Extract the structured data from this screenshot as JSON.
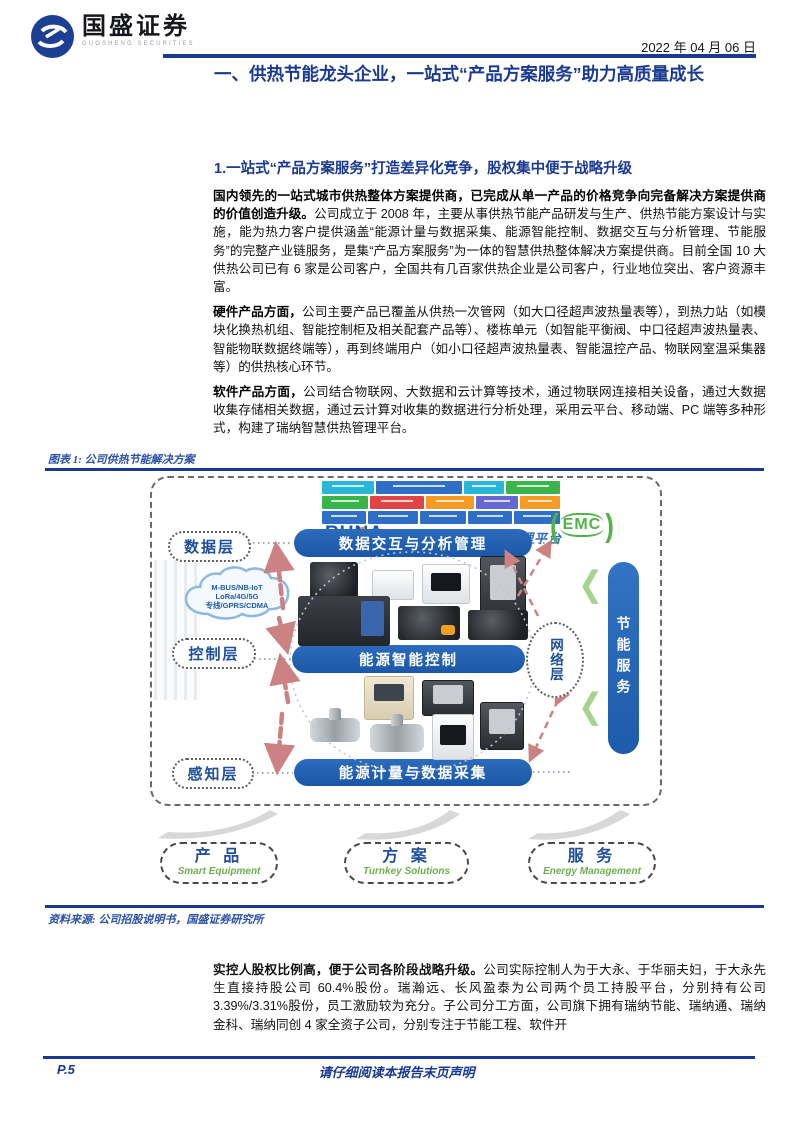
{
  "header": {
    "brand_cn": "国盛证券",
    "brand_en": "GUOSHENG SECURITIES",
    "date": "2022 年 04 月 06 日"
  },
  "title": "一、供热节能龙头企业，一站式“产品方案服务”助力高质量成长",
  "section_heading": "1.一站式“产品方案服务”打造差异化竞争，股权集中便于战略升级",
  "paragraphs": [
    {
      "lead": "国内领先的一站式城市供热整体方案提供商，已完成从单一产品的价格竞争向完备解决方案提供商的价值创造升级。",
      "body": "公司成立于 2008 年，主要从事供热节能产品研发与生产、供热节能方案设计与实施，能为热力客户提供涵盖“能源计量与数据采集、能源智能控制、数据交互与分析管理、节能服务”的完整产业链服务，是集“产品方案服务”为一体的智慧供热整体解决方案提供商。目前全国 10 大供热公司已有 6 家是公司客户，全国共有几百家供热企业是公司客户，行业地位突出、客户资源丰富。"
    },
    {
      "lead": "硬件产品方面，",
      "body": "公司主要产品已覆盖从供热一次管网（如大口径超声波热量表等），到热力站（如模块化换热机组、智能控制柜及相关配套产品等）、楼栋单元（如智能平衡阀、中口径超声波热量表、智能物联数据终端等），再到终端用户（如小口径超声波热量表、智能温控产品、物联网室温采集器等）的供热核心环节。"
    },
    {
      "lead": "软件产品方面，",
      "body": "公司结合物联网、大数据和云计算等技术，通过物联网连接相关设备，通过大数据收集存储相关数据，通过云计算对收集的数据进行分析处理，采用云平台、移动端、PC 端等多种形式，构建了瑞纳智慧供热管理平台。"
    }
  ],
  "figure": {
    "caption": "图表 1: 公司供热节能解决方案",
    "source": "资料来源: 公司招股说明书，国盛证券研究所",
    "diagram": {
      "runa_logo": "RUNA",
      "platform_name": "瑞纳智慧供热管理平台",
      "emc": "EMC",
      "layers": [
        "数据层",
        "控制层",
        "感知层"
      ],
      "pills": [
        "数据交互与分析管理",
        "能源智能控制",
        "能源计量与数据采集"
      ],
      "cloud": [
        "M-BUS/NB-IoT",
        "LoRa/4G/5G",
        "专线/GPRS/CDMA"
      ],
      "network_layer": "网络层",
      "service_bar": "节能服务",
      "bottom_items": [
        {
          "cn": "产 品",
          "en": "Smart Equipment"
        },
        {
          "cn": "方 案",
          "en": "Turnkey Solutions"
        },
        {
          "cn": "服 务",
          "en": "Energy Management"
        }
      ]
    }
  },
  "closing_paragraph": {
    "lead": "实控人股权比例高，便于公司各阶段战略升级。",
    "body": "公司实际控制人为于大永、于华丽夫妇，于大永先生直接持股公司 60.4%股份。瑞瀚远、长风盈泰为公司两个员工持股平台，分别持有公司 3.39%/3.31%股份，员工激励较为充分。子公司分工方面，公司旗下拥有瑞纳节能、瑞纳通、瑞纳金科、瑞纳同创 4 家全资子公司，分别专注于节能工程、软件开"
  },
  "footer": {
    "page": "P.5",
    "disclaimer": "请仔细阅读本报告末页声明"
  },
  "colors": {
    "brand_blue": "#1a3a91",
    "pill_blue": "#1e5cad",
    "emc_green": "#52b247",
    "chevron_green": "#a6d48e",
    "arrow_pink": "#cc8282"
  }
}
